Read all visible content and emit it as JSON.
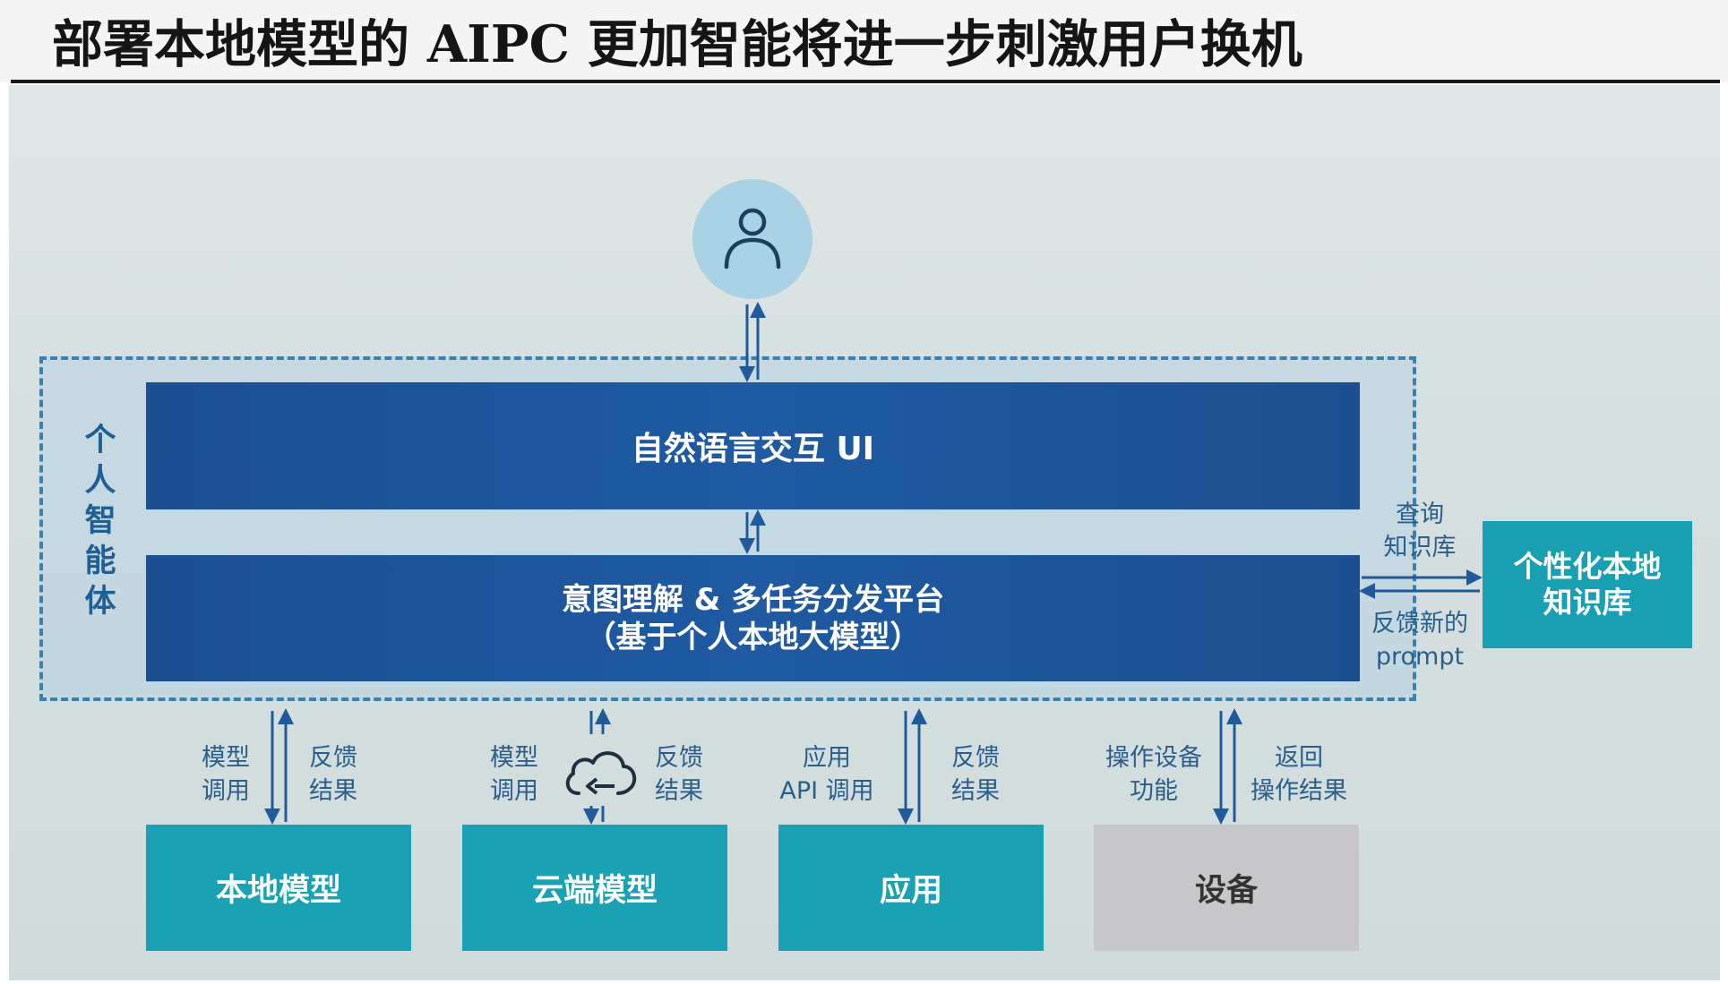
{
  "title": "部署本地模型的 AIPC 更加智能将进一步刺激用户换机",
  "agent": {
    "label": "个人智能体"
  },
  "ui_bar": {
    "label": "自然语言交互 UI"
  },
  "intent_bar": {
    "line1": "意图理解 & 多任务分发平台",
    "line2": "（基于个人本地大模型）"
  },
  "knowledge_base": {
    "line1": "个性化本地",
    "line2": "知识库",
    "query": [
      "查询",
      "知识库"
    ],
    "feedback": [
      "反馈新的",
      "prompt"
    ]
  },
  "modules": [
    {
      "label": "本地模型",
      "left_note": [
        "模型",
        "调用"
      ],
      "right_note": [
        "反馈",
        "结果"
      ]
    },
    {
      "label": "云端模型",
      "left_note": [
        "模型",
        "调用"
      ],
      "right_note": [
        "反馈",
        "结果"
      ]
    },
    {
      "label": "应用",
      "left_note": [
        "应用",
        "API 调用"
      ],
      "right_note": [
        "反馈",
        "结果"
      ]
    },
    {
      "label": "设备",
      "left_note": [
        "操作设备",
        "功能"
      ],
      "right_note": [
        "返回",
        "操作结果"
      ]
    }
  ],
  "icons": [
    "user-icon",
    "cloud-sync-icon"
  ],
  "colors": {
    "bar_blue": "#1f5aa2",
    "teal": "#1aa2b4",
    "device_gray": "#c7c7c9",
    "dashed_border": "#3a82ad",
    "arrow": "#1f5a9a"
  }
}
